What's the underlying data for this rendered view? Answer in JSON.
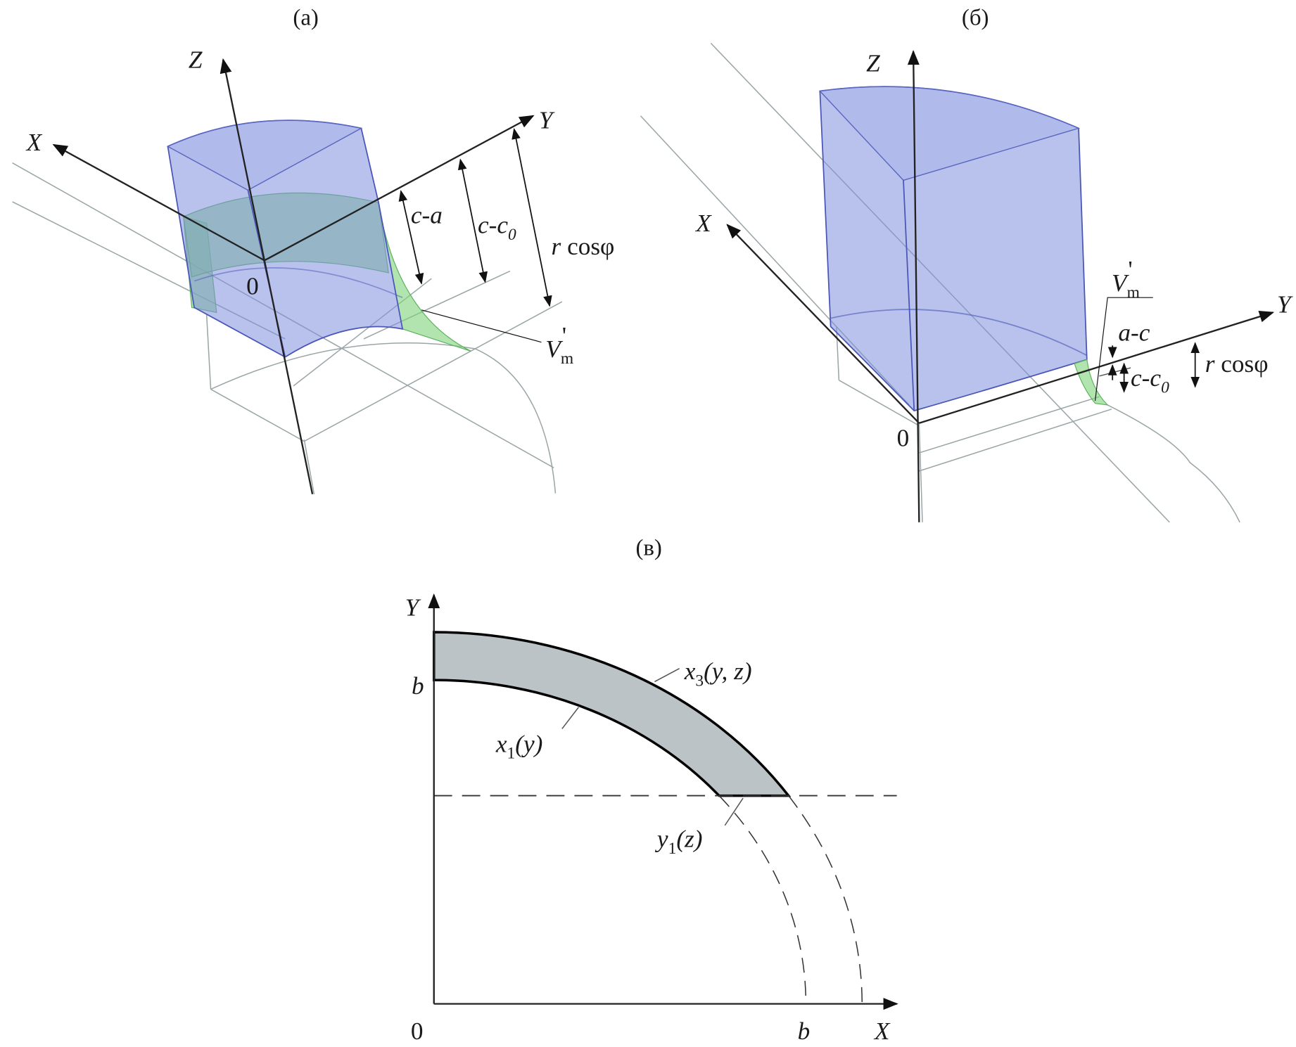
{
  "panel_a": {
    "title": "(a)",
    "axis_x": "X",
    "axis_y": "Y",
    "axis_z": "Z",
    "origin": "0",
    "dim_c_a": "c-a",
    "dim_c_c0_main": "c-c",
    "dim_c_c0_sub": "0",
    "dim_rcos_r": "r",
    "dim_rcos_rest": " cosφ",
    "vm_main": "V",
    "vm_sub": "m",
    "vm_prime": "'"
  },
  "panel_b": {
    "title": "(б)",
    "axis_x": "X",
    "axis_y": "Y",
    "axis_z": "Z",
    "origin": "0",
    "dim_a_c": "a-c",
    "dim_c_c0_main": "c-c",
    "dim_c_c0_sub": "0",
    "dim_rcos_r": "r",
    "dim_rcos_rest": " cosφ",
    "vm_main": "V",
    "vm_sub": "m",
    "vm_prime": "'"
  },
  "panel_c": {
    "title": "(в)",
    "axis_x": "X",
    "axis_y": "Y",
    "origin": "0",
    "tick_b_x": "b",
    "tick_b_y": "b",
    "x3_main": "x",
    "x3_sub": "3",
    "x3_args": "(y, z)",
    "x1_main": "x",
    "x1_sub": "1",
    "x1_args": "(y)",
    "y1_main": "y",
    "y1_sub": "1",
    "y1_args": "(z)"
  },
  "colors": {
    "volume": "#7f8fdc",
    "wedge": "#7fd27a",
    "section_fill": "#bcc3c7"
  }
}
